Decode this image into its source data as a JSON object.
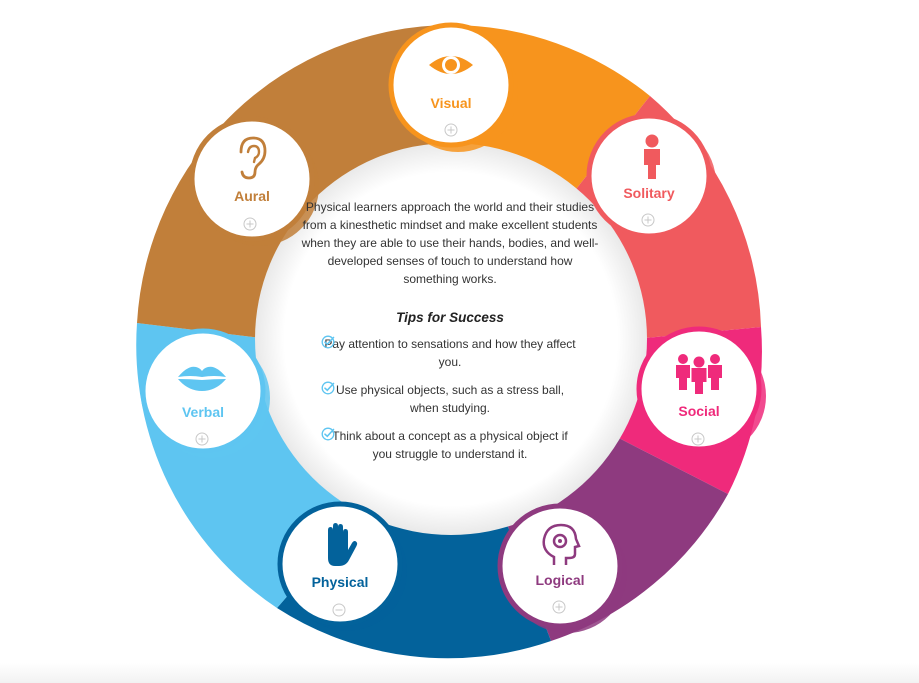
{
  "colors": {
    "visual": "#f7941d",
    "solitary": "#f05a5e",
    "social": "#ef2a7b",
    "logical": "#8e3a7f",
    "physical": "#03629b",
    "verbal": "#5ec5f1",
    "aural": "#c17f3a",
    "check": "#5ec5f1"
  },
  "nodes": [
    {
      "id": "visual",
      "label": "Visual",
      "icon": "eye-icon",
      "toggle": "plus-icon"
    },
    {
      "id": "solitary",
      "label": "Solitary",
      "icon": "person-icon",
      "toggle": "plus-icon"
    },
    {
      "id": "social",
      "label": "Social",
      "icon": "group-icon",
      "toggle": "plus-icon"
    },
    {
      "id": "logical",
      "label": "Logical",
      "icon": "head-gear-icon",
      "toggle": "plus-icon"
    },
    {
      "id": "physical",
      "label": "Physical",
      "icon": "hand-icon",
      "toggle": "minus-icon",
      "active": true
    },
    {
      "id": "verbal",
      "label": "Verbal",
      "icon": "lips-icon",
      "toggle": "plus-icon"
    },
    {
      "id": "aural",
      "label": "Aural",
      "icon": "ear-icon",
      "toggle": "plus-icon"
    }
  ],
  "center": {
    "intro": "Physical learners approach the world and their studies from a kinesthetic mindset and make excellent students when they are able to use their hands, bodies, and well-developed senses of touch to understand how something works.",
    "tips_title": "Tips for Success",
    "tips": [
      "Pay attention to sensations and how they affect you.",
      "Use physical objects, such as a stress ball, when studying.",
      "Think about a concept as a physical object if you struggle to understand it."
    ]
  }
}
